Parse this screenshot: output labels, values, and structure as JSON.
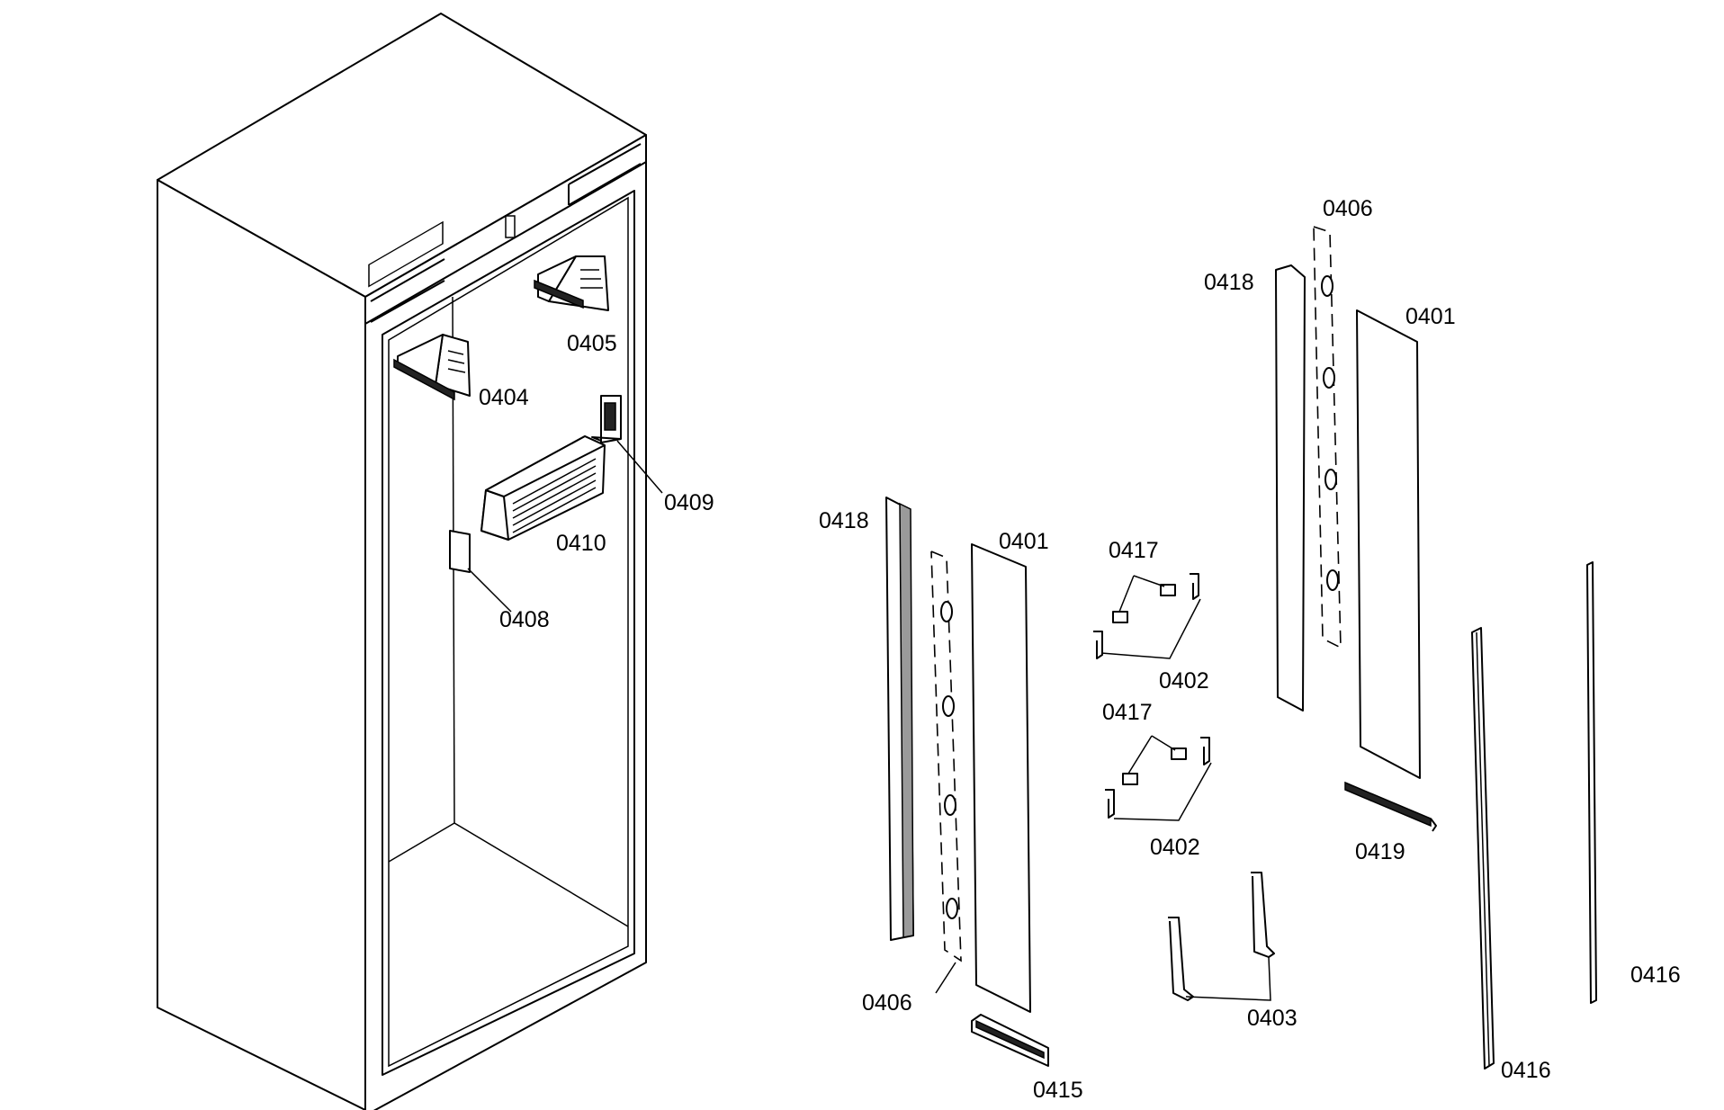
{
  "labels": {
    "l0405": "0405",
    "l0404": "0404",
    "l0409": "0409",
    "l0410": "0410",
    "l0408": "0408",
    "l0418_left": "0418",
    "l0401_left": "0401",
    "l0406_left": "0406",
    "l0415": "0415",
    "l0417_top": "0417",
    "l0402_top": "0402",
    "l0417_bottom": "0417",
    "l0402_bottom": "0402",
    "l0403": "0403",
    "l0406_right": "0406",
    "l0418_right": "0418",
    "l0401_right": "0401",
    "l0419": "0419",
    "l0416_left": "0416",
    "l0416_right": "0416"
  }
}
